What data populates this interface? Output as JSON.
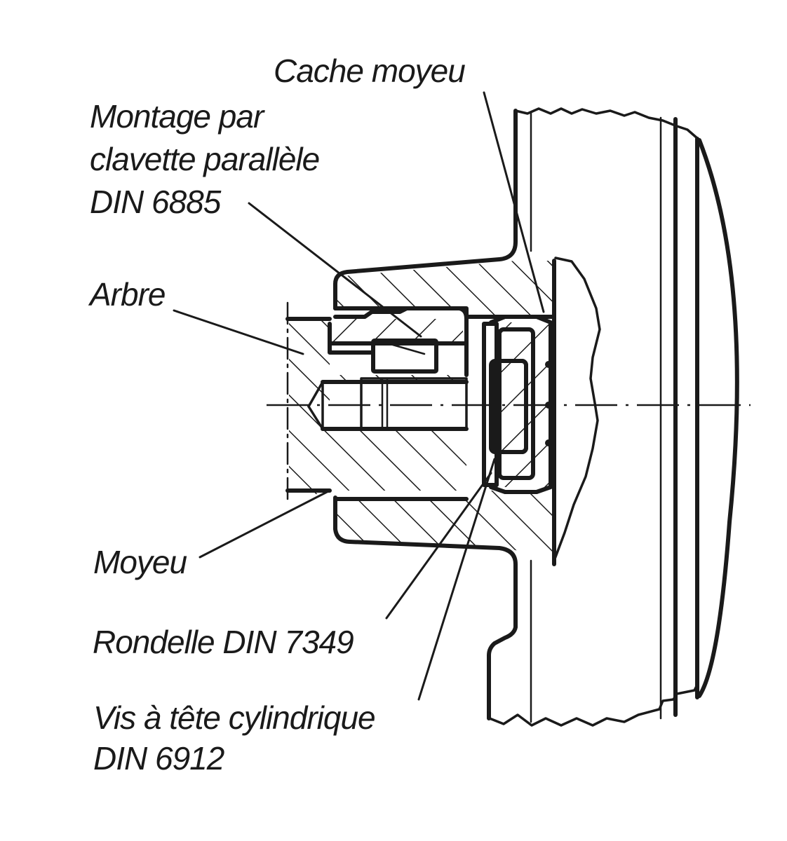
{
  "diagram": {
    "type": "technical-cross-section",
    "line_color": "#1a1a1a",
    "background": "#ffffff",
    "labels": {
      "cache_moyeu": "Cache moyeu",
      "montage_line1": "Montage par",
      "montage_line2": "clavette parallèle",
      "montage_line3": "DIN 6885",
      "arbre": "Arbre",
      "moyeu": "Moyeu",
      "rondelle": "Rondelle DIN 7349",
      "vis_line1": "Vis à tête cylindrique",
      "vis_line2": "DIN 6912"
    }
  }
}
